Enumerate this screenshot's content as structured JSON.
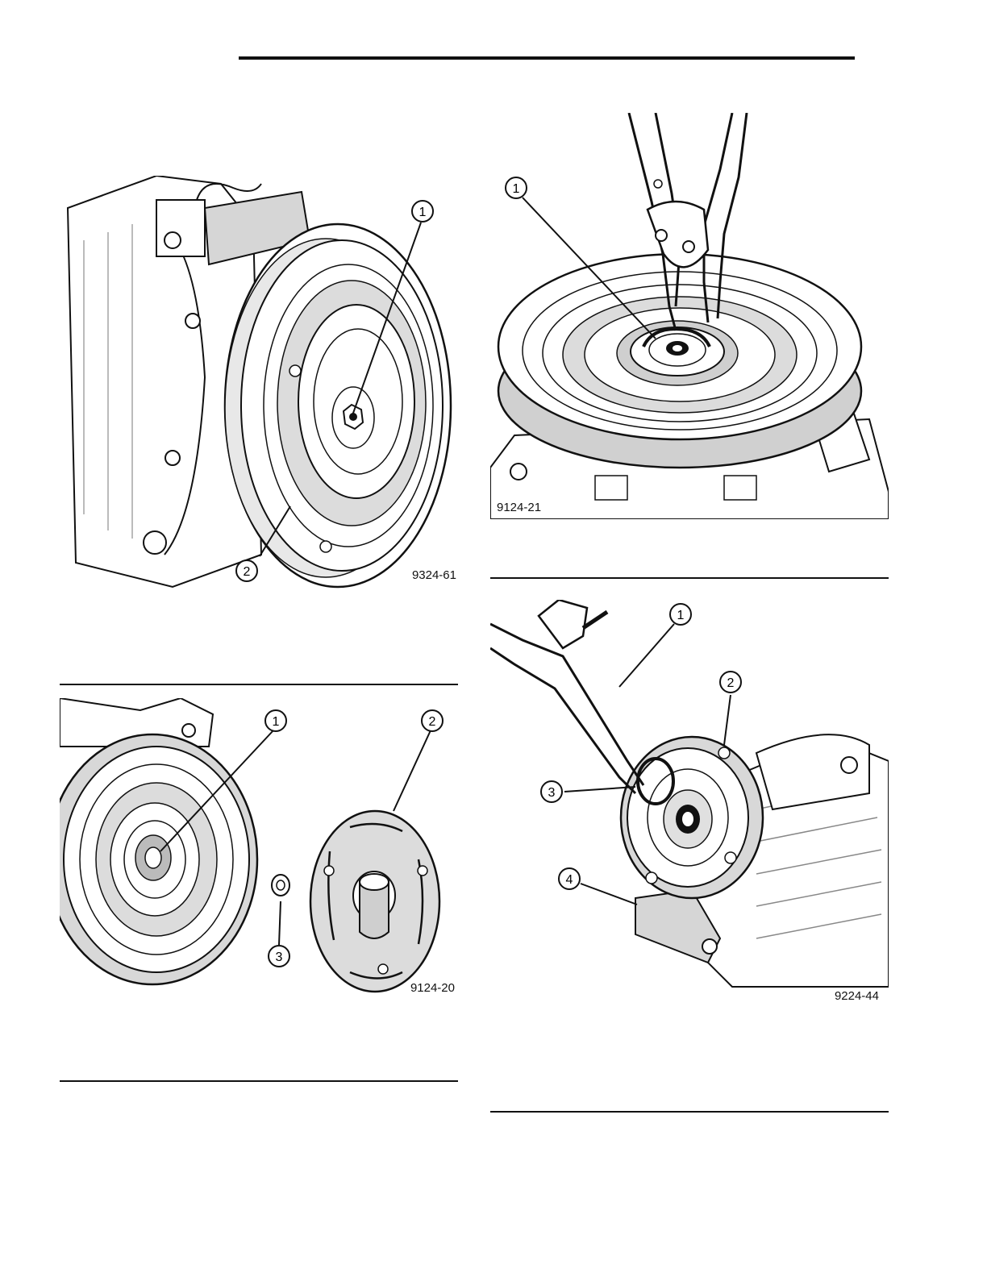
{
  "figures": {
    "fig1": {
      "id_label": "9324-61",
      "callouts": [
        "1",
        "2"
      ]
    },
    "fig2": {
      "id_label": "9124-21",
      "callouts": [
        "1"
      ]
    },
    "fig3": {
      "id_label": "9124-20",
      "callouts": [
        "1",
        "2",
        "3"
      ]
    },
    "fig4": {
      "id_label": "9224-44",
      "callouts": [
        "1",
        "2",
        "3",
        "4"
      ]
    }
  },
  "colors": {
    "ink": "#111111",
    "shade": "#cfcfcf",
    "paper": "#ffffff"
  }
}
